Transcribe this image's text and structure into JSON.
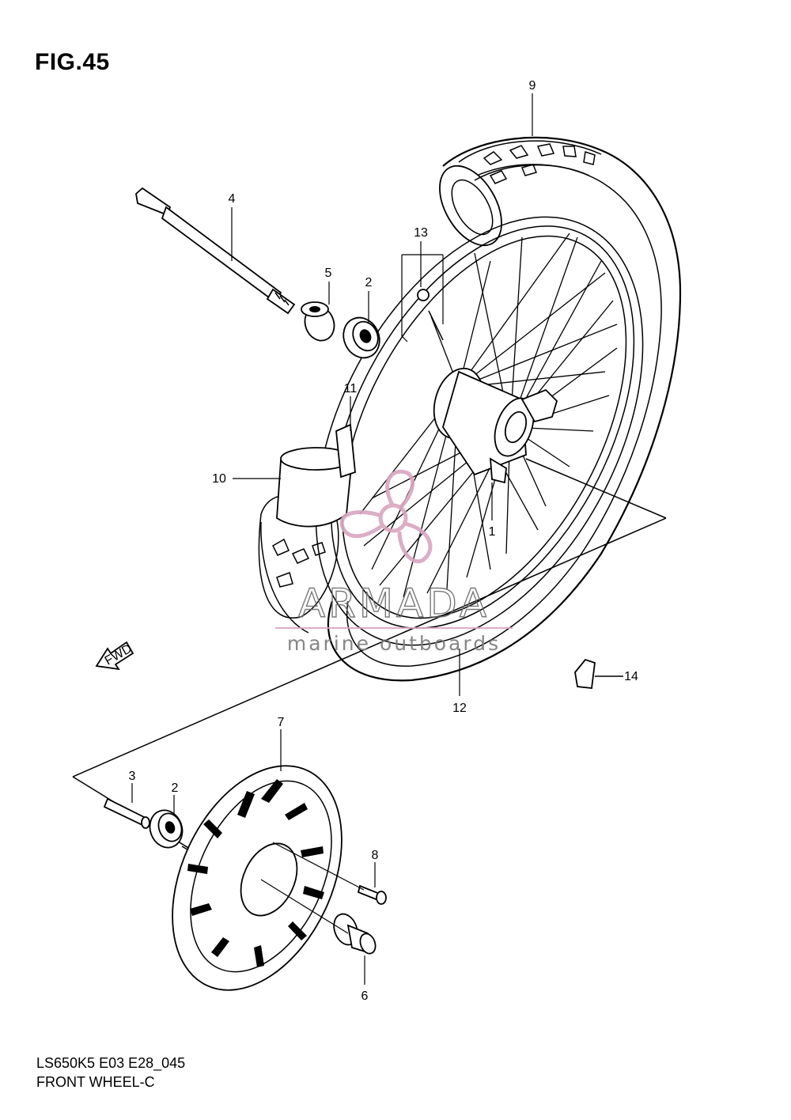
{
  "figure": {
    "title": "FIG.45",
    "code": "LS650K5 E03 E28_045",
    "name": "FRONT WHEEL-C"
  },
  "callouts": [
    "1",
    "2",
    "2",
    "3",
    "4",
    "5",
    "6",
    "7",
    "8",
    "9",
    "10",
    "11",
    "12",
    "13",
    "14"
  ],
  "direction_label": "FWD",
  "watermark": {
    "brand": "ARMADA",
    "tagline": "marine outboards",
    "color": "#d9a6bf"
  }
}
